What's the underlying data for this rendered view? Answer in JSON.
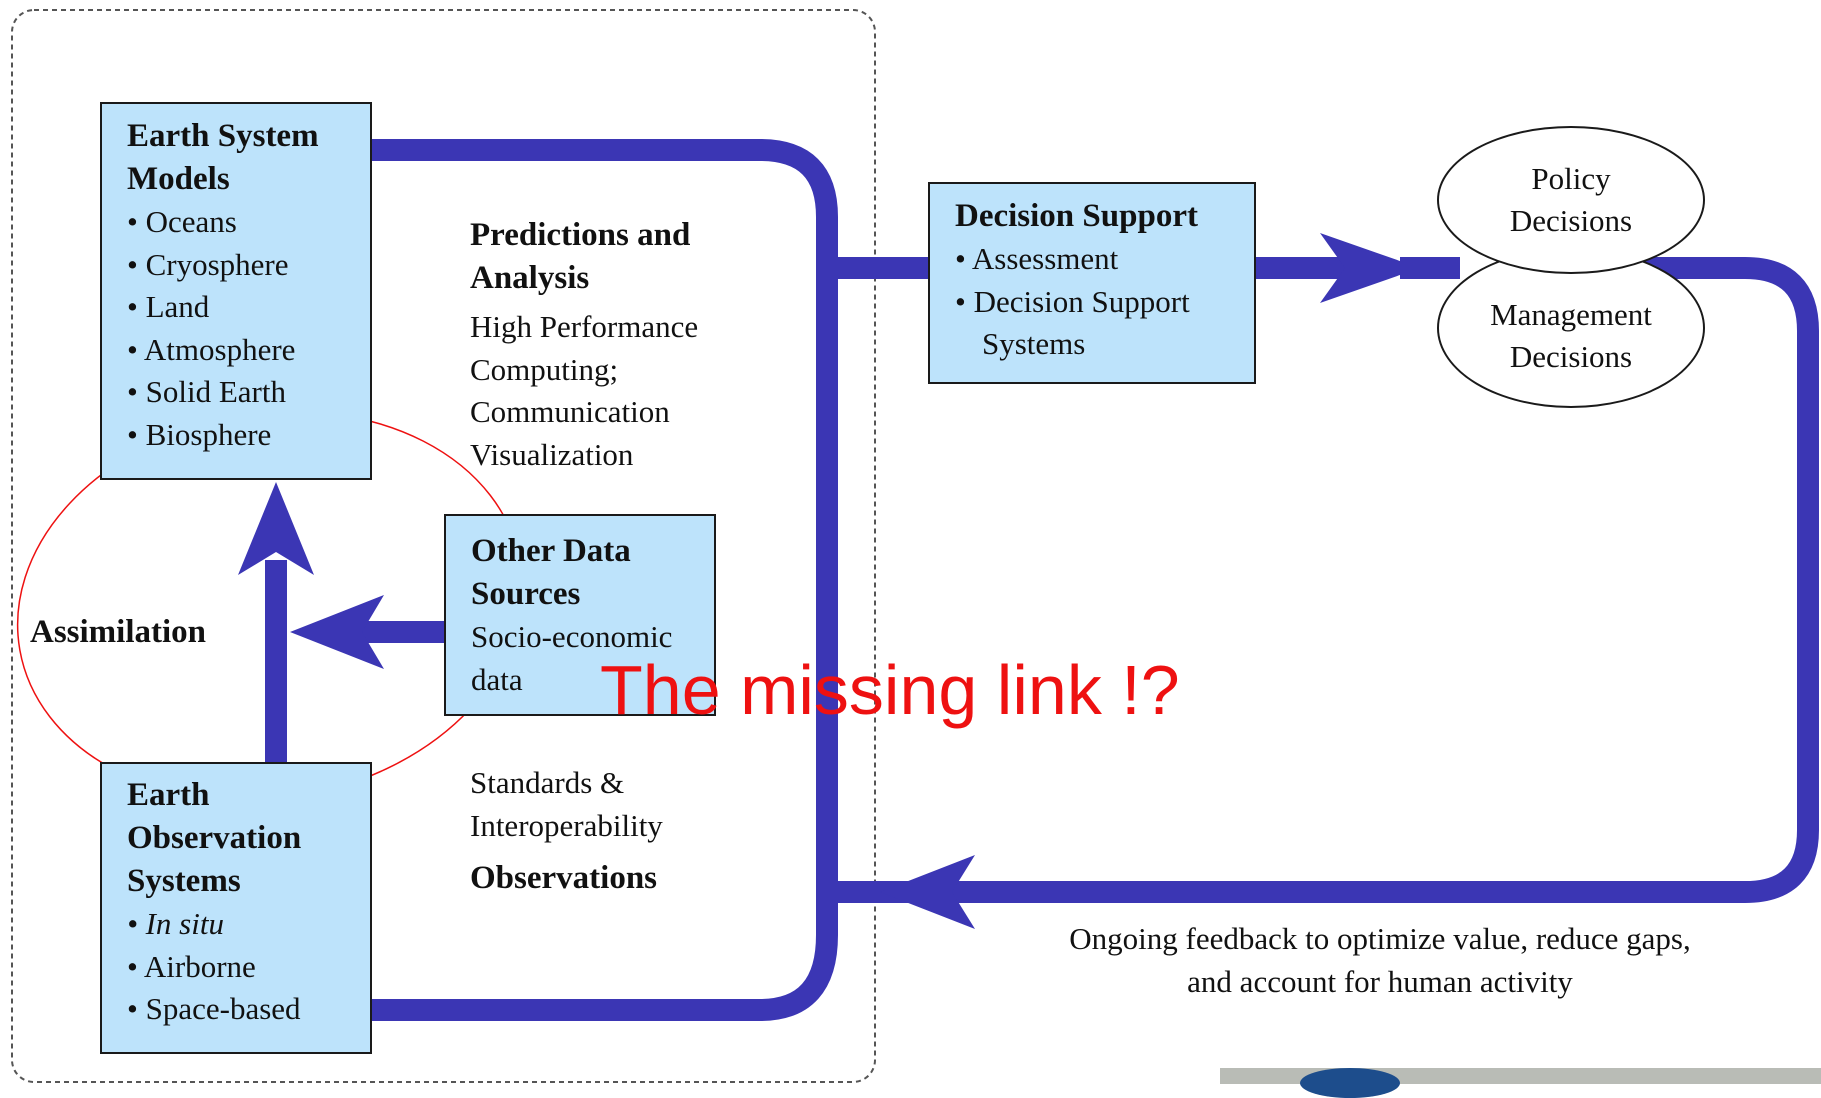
{
  "earth_system_models": {
    "title_line1": "Earth System",
    "title_line2": "Models",
    "items": [
      "• Oceans",
      "• Cryosphere",
      "• Land",
      "• Atmosphere",
      "• Solid Earth",
      "• Biosphere"
    ]
  },
  "predictions": {
    "title_line1": "Predictions and",
    "title_line2": "Analysis",
    "lines": [
      "High Performance",
      "Computing;",
      "Communication",
      "Visualization"
    ]
  },
  "other_data": {
    "title_line1": "Other Data",
    "title_line2": "Sources",
    "line1": "Socio-economic",
    "line2": "data"
  },
  "assimilation_label": "Assimilation",
  "earth_observation": {
    "title_line1": "Earth",
    "title_line2": "Observation",
    "title_line3": "Systems",
    "items": [
      "• In situ",
      "• Airborne",
      "• Space-based"
    ]
  },
  "standards": {
    "line1": "Standards &",
    "line2": "Interoperability",
    "observations": "Observations"
  },
  "decision_support": {
    "title": "Decision Support",
    "item1": "• Assessment",
    "item2": "• Decision Support",
    "item2_cont": "Systems"
  },
  "policy": {
    "line1": "Policy",
    "line2": "Decisions"
  },
  "management": {
    "line1": "Management",
    "line2": "Decisions"
  },
  "feedback": {
    "line1": "Ongoing feedback to optimize value, reduce gaps,",
    "line2": "and account for human activity"
  },
  "annotation": "The missing link !?",
  "colors": {
    "flow_arrow": "#3b36b4",
    "box_fill": "#bde3fb",
    "annotation": "#ee1111"
  }
}
